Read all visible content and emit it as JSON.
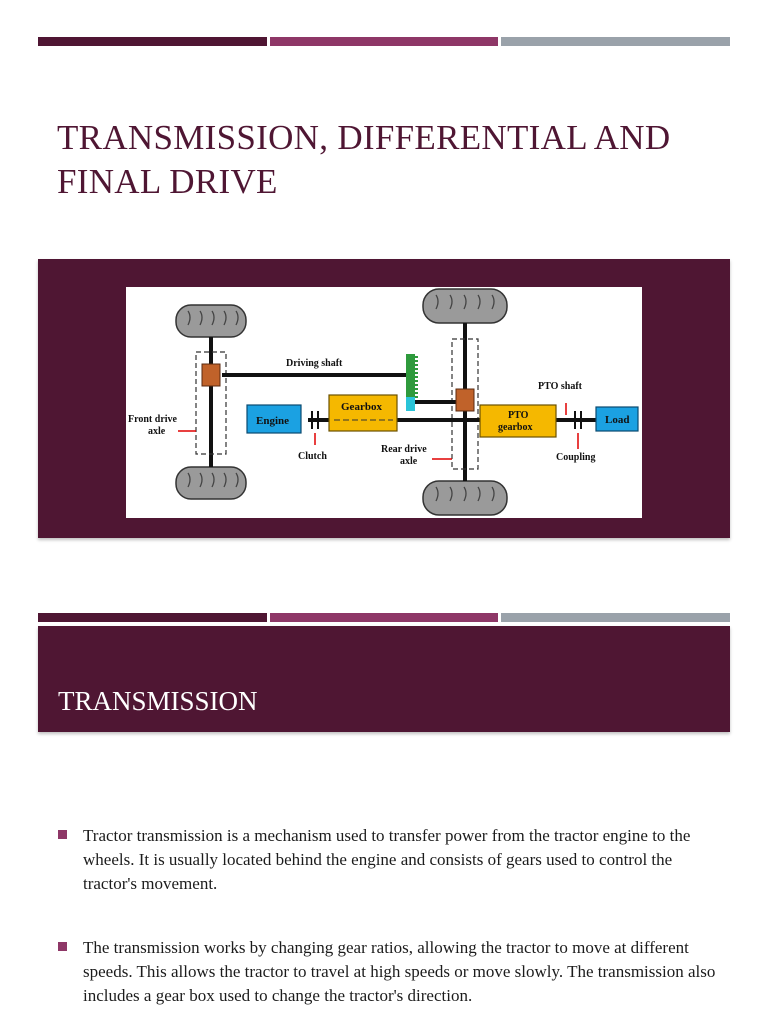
{
  "slide1": {
    "title": "Transmission, Differential and Final Drive",
    "diagram": {
      "labels": {
        "driving_shaft": "Driving shaft",
        "front_drive_axle_1": "Front drive",
        "front_drive_axle_2": "axle",
        "engine": "Engine",
        "gearbox": "Gearbox",
        "clutch": "Clutch",
        "rear_drive_axle_1": "Rear drive",
        "rear_drive_axle_2": "axle",
        "pto_gearbox_1": "PTO",
        "pto_gearbox_2": "gearbox",
        "pto_shaft": "PTO shaft",
        "coupling": "Coupling",
        "load": "Load"
      }
    }
  },
  "slide2": {
    "section_title": "Transmission",
    "bullets": [
      "Tractor transmission is a mechanism used to transfer power from the tractor engine to the wheels. It is usually located behind the engine and consists of gears used to control the tractor's movement.",
      "The transmission works by changing gear ratios, allowing the tractor to move at different speeds. This allows the tractor to travel at high speeds or move slowly. The transmission also includes a gear box used to change the tractor's direction."
    ]
  },
  "colors": {
    "brand_dark": "#4f1633",
    "brand_mid": "#8e3767",
    "brand_gray": "#9aa2aa",
    "engine_fill": "#1ba1e2",
    "gearbox_fill": "#f5b800",
    "axle_housing": "#c0622a"
  }
}
